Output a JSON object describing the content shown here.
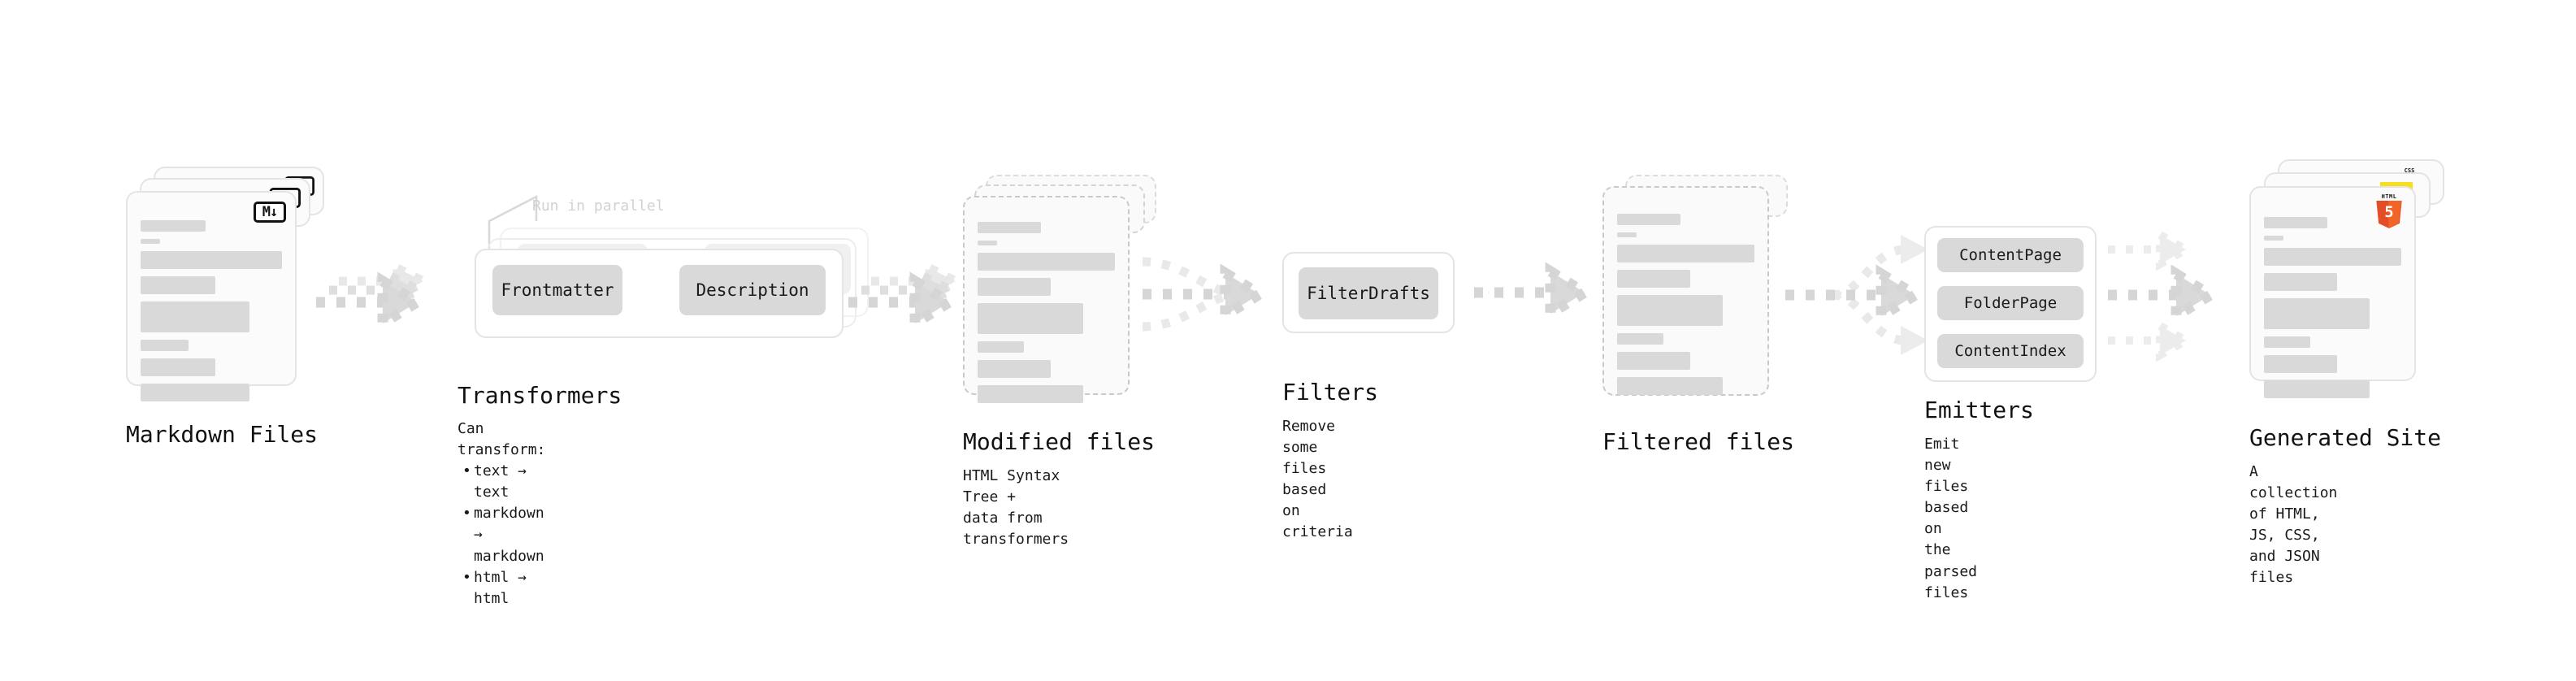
{
  "diagram": {
    "background": "#ffffff",
    "accent_muted": "#d9d9d9",
    "stages": [
      {
        "id": "markdown-files",
        "title": "Markdown Files",
        "subtitle": "",
        "badge": "markdown-logo",
        "badge_text": "M↓",
        "kind": "document-stack"
      },
      {
        "id": "transformers",
        "title": "Transformers",
        "subtitle": "Can transform:",
        "bullets": [
          "text → text",
          "markdown → markdown",
          "html → html"
        ],
        "annotation": "Run in parallel",
        "pills": [
          "Frontmatter",
          "Description"
        ],
        "kind": "group-stack"
      },
      {
        "id": "modified-files",
        "title": "Modified files",
        "subtitle": "HTML Syntax Tree +\ndata from transformers",
        "kind": "document-stack-dashed"
      },
      {
        "id": "filters",
        "title": "Filters",
        "subtitle": "Remove some files based\non criteria",
        "pills": [
          "FilterDrafts"
        ],
        "kind": "group"
      },
      {
        "id": "filtered-files",
        "title": "Filtered files",
        "subtitle": "",
        "kind": "document-stack-dashed"
      },
      {
        "id": "emitters",
        "title": "Emitters",
        "subtitle": "Emit new files based on\nthe parsed files",
        "pills": [
          "ContentPage",
          "FolderPage",
          "ContentIndex"
        ],
        "kind": "group"
      },
      {
        "id": "generated-site",
        "title": "Generated Site",
        "subtitle": "A collection of HTML,\nJS, CSS, and JSON files",
        "badges": [
          "html5-logo",
          "js-logo",
          "css3-logo"
        ],
        "badge_text": "5",
        "badge_word": "HTML",
        "css_word": "CSS",
        "kind": "document-stack"
      }
    ],
    "connectors": [
      {
        "id": "md-to-transformers",
        "style": "triple-dotted-arrow"
      },
      {
        "id": "transformers-to-modified",
        "style": "triple-dotted-arrow"
      },
      {
        "id": "modified-to-filters",
        "style": "converging-dotted-arrow"
      },
      {
        "id": "filters-to-filtered",
        "style": "dotted-arrow"
      },
      {
        "id": "filtered-to-emitters",
        "style": "diverging-dotted-arrow"
      },
      {
        "id": "emitters-to-site",
        "style": "triple-parallel-dotted-arrow"
      }
    ]
  }
}
